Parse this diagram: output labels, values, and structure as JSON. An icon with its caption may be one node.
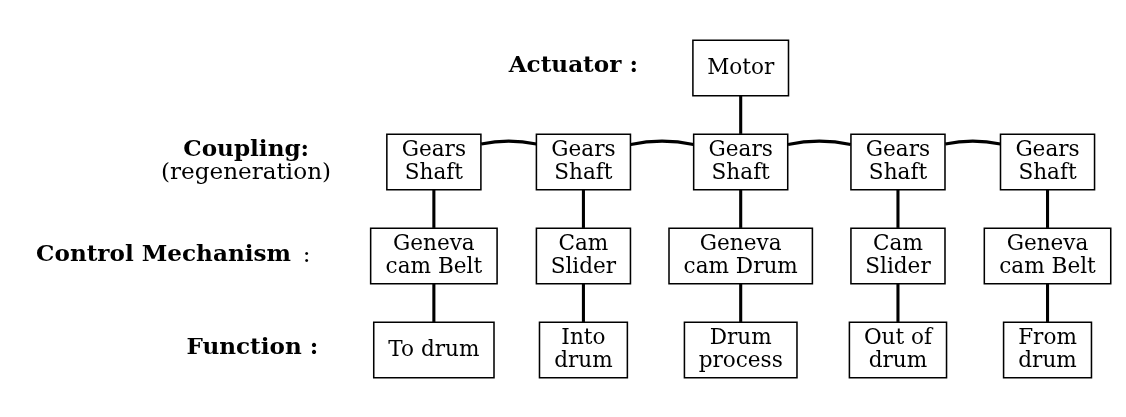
{
  "diagram": {
    "nodes": [
      {
        "text": [
          "Motor"
        ]
      },
      {
        "text": [
          "Gears Shaft"
        ]
      },
      {
        "text": [
          "Gears Shaft"
        ]
      },
      {
        "text": [
          "Gears Shaft"
        ]
      },
      {
        "text": [
          "Gears Shaft"
        ]
      },
      {
        "text": [
          "Gears Shaft"
        ]
      },
      {
        "text": [
          "Geneva cam Belt"
        ]
      },
      {
        "text": [
          "Cam Slider"
        ]
      },
      {
        "text": [
          "Geneva cam Drum"
        ]
      },
      {
        "text": [
          "Cam Slider"
        ]
      },
      {
        "text": [
          "Geneva cam Belt"
        ]
      },
      {
        "text": [
          "To drum"
        ]
      },
      {
        "text": [
          "Into drum"
        ]
      },
      {
        "text": [
          "Drum process"
        ]
      },
      {
        "text": [
          "Out of drum"
        ]
      },
      {
        "text": [
          "From drum"
        ]
      }
    ],
    "edges": [
      {
        "from": 0,
        "to": 3,
        "arrow": "none"
      },
      {
        "from": 1,
        "to": 2,
        "arrow": "none"
      },
      {
        "from": 2,
        "to": 3,
        "arrow": "none"
      },
      {
        "from": 3,
        "to": 4,
        "arrow": "none"
      },
      {
        "from": 4,
        "to": 5,
        "arrow": "none"
      },
      {
        "from": 1,
        "to": 6,
        "arrow": "none"
      },
      {
        "from": 2,
        "to": 7,
        "arrow": "none"
      },
      {
        "from": 3,
        "to": 8,
        "arrow": "none"
      },
      {
        "from": 4,
        "to": 9,
        "arrow": "none"
      },
      {
        "from": 5,
        "to": 10,
        "arrow": "none"
      },
      {
        "from": 6,
        "to": 11,
        "arrow": "none"
      },
      {
        "from": 7,
        "to": 12,
        "arrow": "none"
      },
      {
        "from": 8,
        "to": 13,
        "arrow": "none"
      },
      {
        "from": 9,
        "to": 14,
        "arrow": "none"
      },
      {
        "from": 10,
        "to": 15,
        "arrow": "none"
      }
    ],
    "labels": [
      "Actuator :",
      "Coupling:",
      "(regeneration)",
      "Control Mechanism",
      ":",
      "Function :"
    ]
  }
}
